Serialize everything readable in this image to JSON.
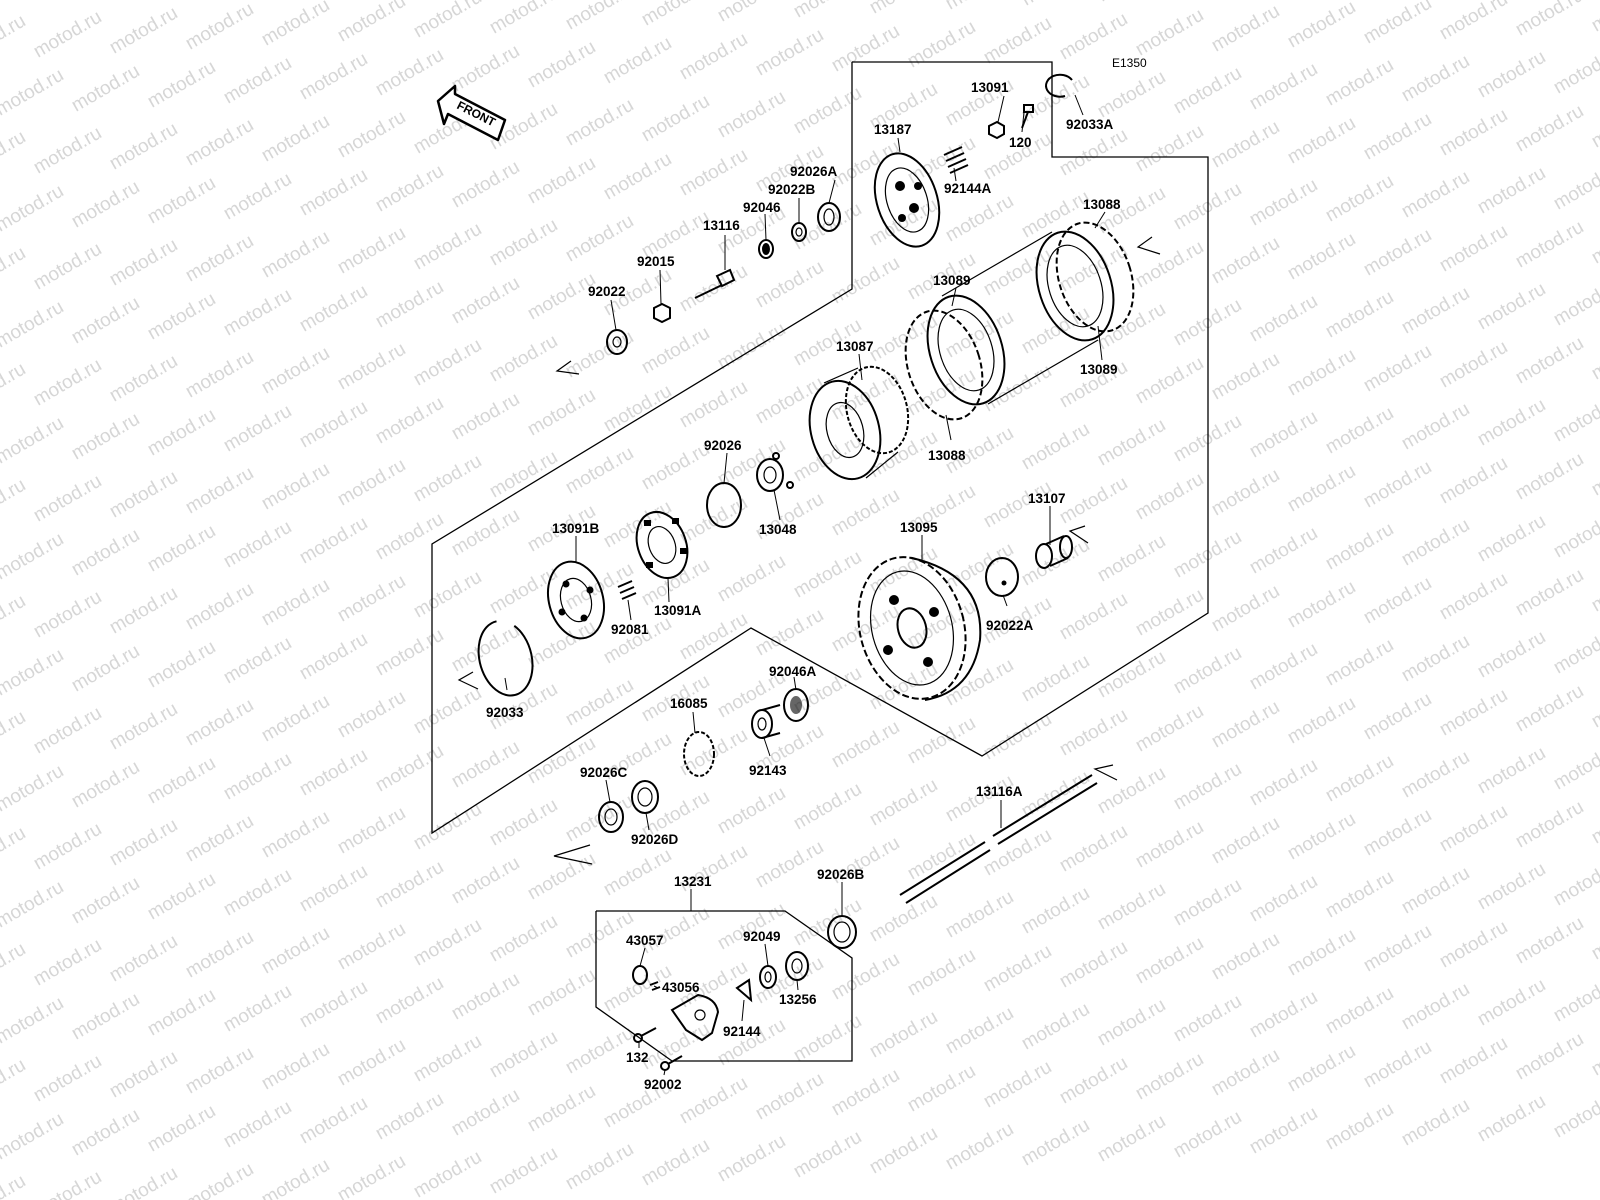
{
  "diagram_code": "E1350",
  "front_label": "FRONT",
  "watermark": "motod.ru",
  "parts": [
    {
      "id": "p13091",
      "label": "13091"
    },
    {
      "id": "p120",
      "label": "120"
    },
    {
      "id": "p92033A",
      "label": "92033A"
    },
    {
      "id": "p13187",
      "label": "13187"
    },
    {
      "id": "p92144A",
      "label": "92144A"
    },
    {
      "id": "p92026A",
      "label": "92026A"
    },
    {
      "id": "p92022B",
      "label": "92022B"
    },
    {
      "id": "p92046",
      "label": "92046"
    },
    {
      "id": "p13116",
      "label": "13116"
    },
    {
      "id": "p92015",
      "label": "92015"
    },
    {
      "id": "p92022",
      "label": "92022"
    },
    {
      "id": "p13088a",
      "label": "13088"
    },
    {
      "id": "p13089a",
      "label": "13089"
    },
    {
      "id": "p13089b",
      "label": "13089"
    },
    {
      "id": "p13087",
      "label": "13087"
    },
    {
      "id": "p13088b",
      "label": "13088"
    },
    {
      "id": "p92026",
      "label": "92026"
    },
    {
      "id": "p13048",
      "label": "13048"
    },
    {
      "id": "p13091B",
      "label": "13091B"
    },
    {
      "id": "p92081",
      "label": "92081"
    },
    {
      "id": "p13091A",
      "label": "13091A"
    },
    {
      "id": "p13107",
      "label": "13107"
    },
    {
      "id": "p13095",
      "label": "13095"
    },
    {
      "id": "p92022A",
      "label": "92022A"
    },
    {
      "id": "p92033",
      "label": "92033"
    },
    {
      "id": "p92046A",
      "label": "92046A"
    },
    {
      "id": "p16085",
      "label": "16085"
    },
    {
      "id": "p92143",
      "label": "92143"
    },
    {
      "id": "p92026C",
      "label": "92026C"
    },
    {
      "id": "p92026D",
      "label": "92026D"
    },
    {
      "id": "p13116A",
      "label": "13116A"
    },
    {
      "id": "p92026B",
      "label": "92026B"
    },
    {
      "id": "p13231",
      "label": "13231"
    },
    {
      "id": "p43057",
      "label": "43057"
    },
    {
      "id": "p92049",
      "label": "92049"
    },
    {
      "id": "p43056",
      "label": "43056"
    },
    {
      "id": "p13256",
      "label": "13256"
    },
    {
      "id": "p92144",
      "label": "92144"
    },
    {
      "id": "p132",
      "label": "132"
    },
    {
      "id": "p92002",
      "label": "92002"
    }
  ]
}
